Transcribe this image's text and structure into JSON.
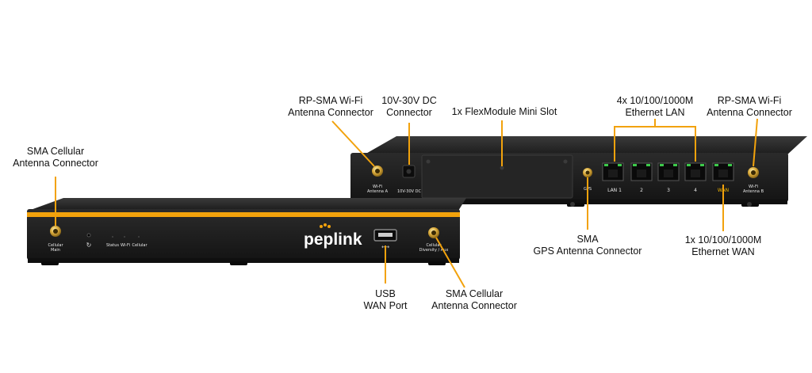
{
  "colors": {
    "accent": "#f2a20c",
    "chassis": "#1e1e1e",
    "panel": "#2a2a2a",
    "port_green": "#3cc94a",
    "wan_label": "#f2b600"
  },
  "callouts": {
    "sma_cell_main": {
      "line1": "SMA Cellular",
      "line2": "Antenna Connector"
    },
    "rpsma_wifi_a": {
      "line1": "RP-SMA Wi-Fi",
      "line2": "Antenna Connector"
    },
    "dc_power": {
      "line1": "10V-30V DC",
      "line2": "Connector"
    },
    "flexmodule": {
      "line1": "1x FlexModule Mini Slot"
    },
    "lan_ports": {
      "line1": "4x 10/100/1000M",
      "line2": "Ethernet LAN"
    },
    "rpsma_wifi_b": {
      "line1": "RP-SMA Wi-Fi",
      "line2": "Antenna Connector"
    },
    "gps": {
      "line1": "SMA",
      "line2": "GPS Antenna Connector"
    },
    "wan_port": {
      "line1": "1x 10/100/1000M",
      "line2": "Ethernet WAN"
    },
    "usb": {
      "line1": "USB",
      "line2": "WAN Port"
    },
    "sma_cell_aux": {
      "line1": "SMA Cellular",
      "line2": "Antenna Connector"
    }
  },
  "front_panel": {
    "brand": "peplink",
    "cell_main_label1": "Cellular",
    "cell_main_label2": "Main",
    "led_status": "Status",
    "led_wifi": "Wi-Fi",
    "led_cellular": "Cellular",
    "cell_aux_label": "Cellular",
    "cell_aux_label2": "Diversity / Aux"
  },
  "rear_panel": {
    "wifi_a_label1": "Wi-Fi",
    "wifi_a_label2": "Antenna A",
    "dc_label": "10V-30V DC",
    "gps_label": "GPS",
    "lan1": "LAN 1",
    "lan2": "2",
    "lan3": "3",
    "lan4": "4",
    "wan": "WAN",
    "wifi_b_label1": "Wi-Fi",
    "wifi_b_label2": "Antenna B"
  }
}
